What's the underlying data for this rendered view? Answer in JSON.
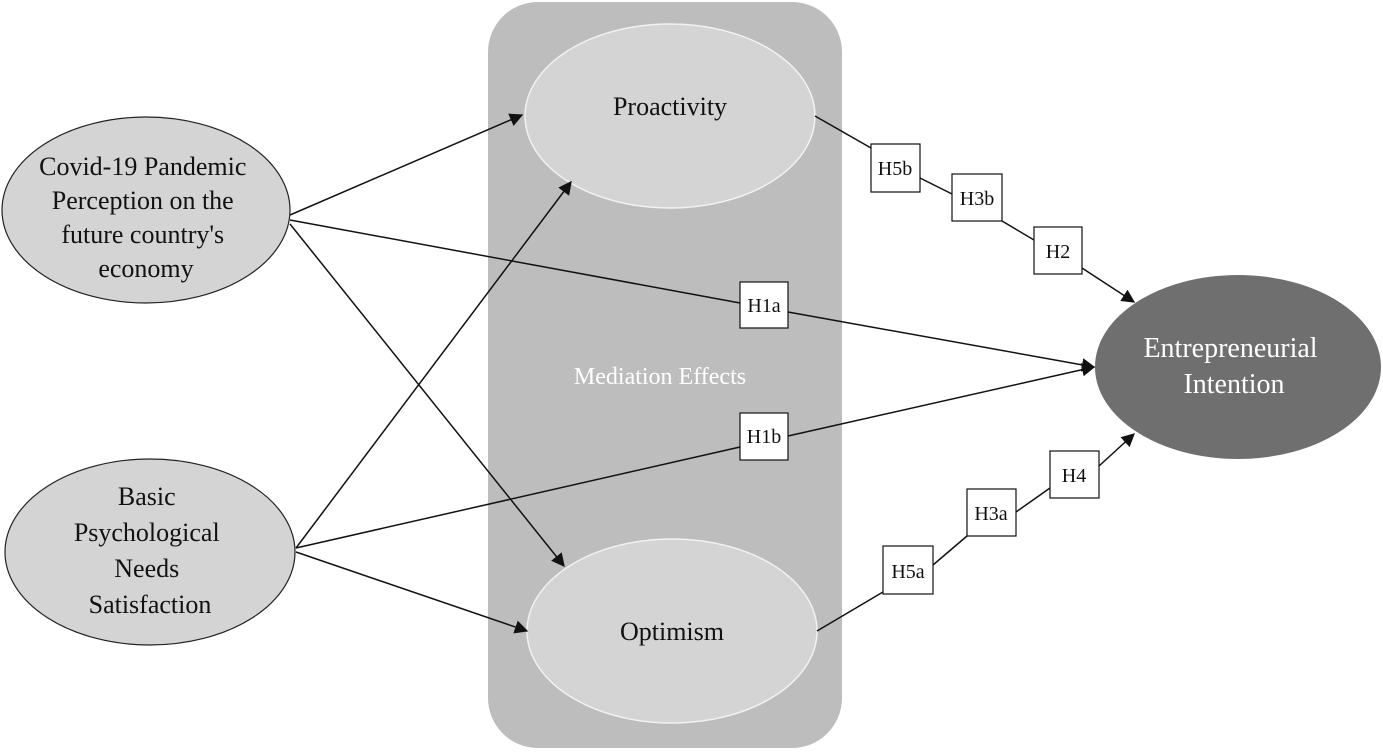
{
  "panel": {
    "label": "Mediation Effects",
    "color": "#bdbdbd"
  },
  "nodes": {
    "covid": {
      "lines": [
        "Covid-19 Pandemic",
        "Perception on the",
        "future country's",
        "economy"
      ],
      "fill": "#d4d4d4"
    },
    "bpns": {
      "lines": [
        "Basic",
        "Psychological",
        "Needs",
        "Satisfaction"
      ],
      "fill": "#d4d4d4"
    },
    "proactivity": {
      "lines": [
        "Proactivity"
      ],
      "fill": "#d4d4d4"
    },
    "optimism": {
      "lines": [
        "Optimism"
      ],
      "fill": "#d4d4d4"
    },
    "intention": {
      "lines": [
        "Entrepreneurial",
        "Intention"
      ],
      "fill": "#6f6f6f"
    }
  },
  "hypotheses": {
    "h1a": "H1a",
    "h1b": "H1b",
    "h2": "H2",
    "h3a": "H3a",
    "h3b": "H3b",
    "h4": "H4",
    "h5a": "H5a",
    "h5b": "H5b"
  }
}
